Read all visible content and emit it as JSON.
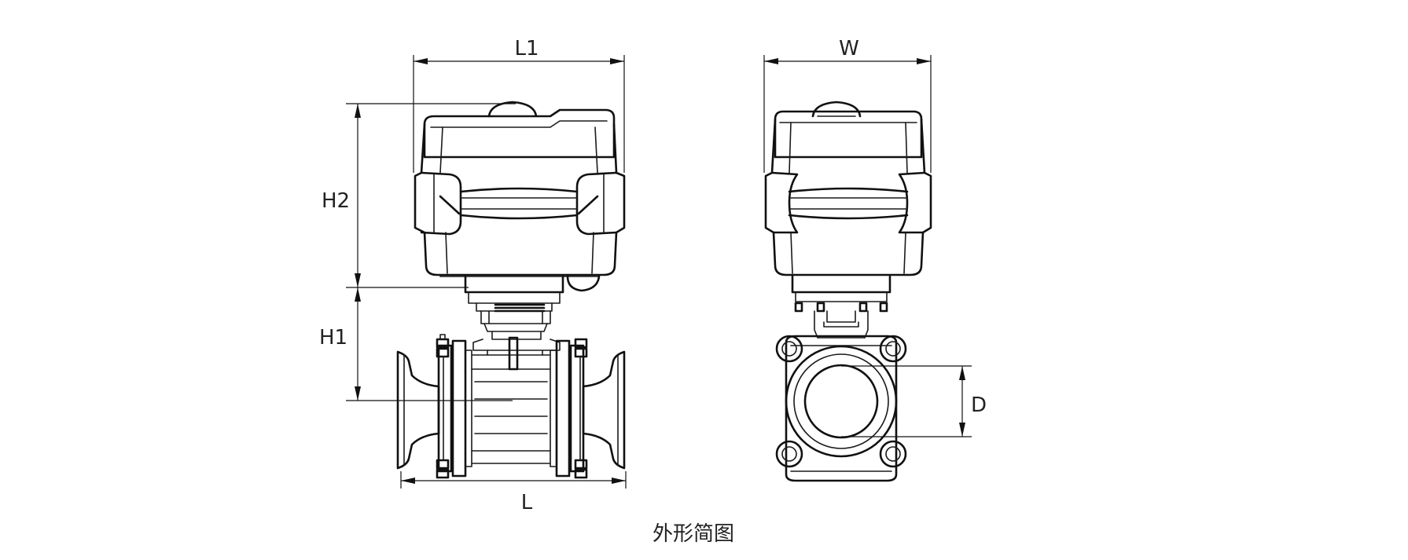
{
  "drawing": {
    "dimensions": {
      "l1": "L1",
      "w": "W",
      "h2": "H2",
      "h1": "H1",
      "l": "L",
      "d": "D"
    },
    "caption": "外形简图"
  }
}
